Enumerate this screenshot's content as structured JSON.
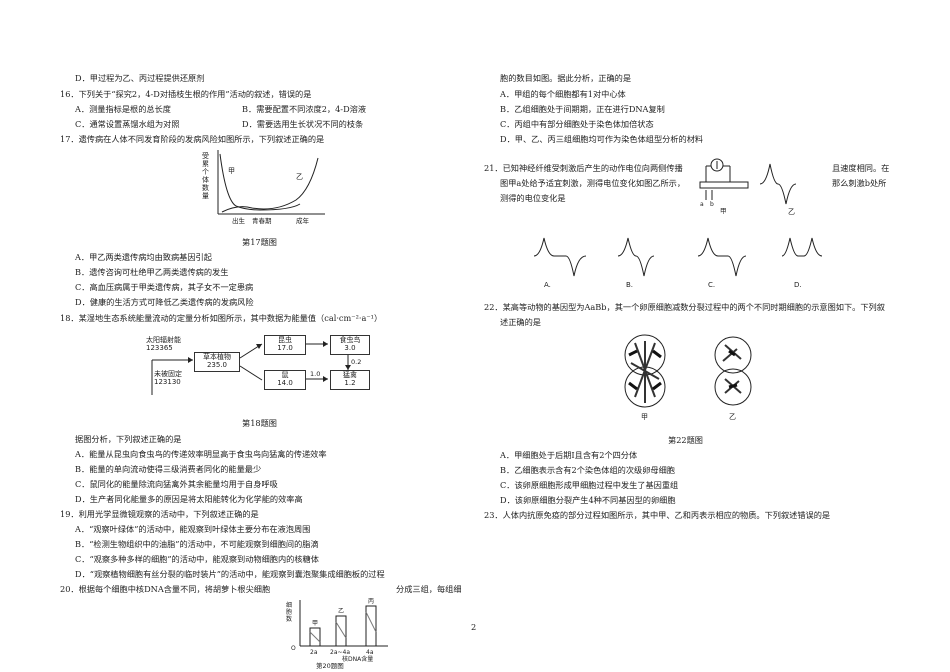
{
  "left": {
    "q15_d": "D．甲过程为乙、丙过程提供还原剂",
    "q16": {
      "stem": "16．下列关于“探究2，4-D对插枝生根的作用”活动的叙述，错误的是",
      "a": "A．测量指标是根的总长度",
      "b": "B．需要配置不同浓度2，4-D溶液",
      "c": "C．通常设置蒸馏水组为对照",
      "d": "D．需要选用生长状况不同的枝条"
    },
    "q17": {
      "stem": "17．遗传病在人体不同发育阶段的发病风险如图所示，下列叙述正确的是",
      "fig_ylabel": [
        "受",
        "累",
        "个",
        "体",
        "数",
        "量"
      ],
      "fig_jia": "甲",
      "fig_yi": "乙",
      "fig_x1": "出生",
      "fig_x2": "青春期",
      "fig_x3": "成年",
      "caption": "第17题图",
      "a": "A．甲乙两类遗传病均由致病基因引起",
      "b": "B．遗传咨询可杜绝甲乙两类遗传病的发生",
      "c": "C．高血压病属于甲类遗传病，其子女不一定患病",
      "d": "D．健康的生活方式可降低乙类遗传病的发病风险"
    },
    "q18": {
      "stem": "18．某湿地生态系统能量流动的定量分析如图所示，其中数据为能量值（cal·cm⁻²·a⁻¹）",
      "sun": "太阳辐射能",
      "sun_v": "123365",
      "unfixed": "未被固定",
      "unfixed_v": "123130",
      "plant": "草本植物",
      "plant_v": "235.0",
      "insect": "昆虫",
      "insect_v": "17.0",
      "bird": "食虫鸟",
      "bird_v": "3.0",
      "mouse": "鼠",
      "mouse_v": "14.0",
      "hawk": "猛禽",
      "hawk_v": "1.2",
      "arrow1": "0.2",
      "arrow2": "1.0",
      "caption": "第18题图",
      "stem2": "据图分析，下列叙述正确的是",
      "a": "A．能量从昆虫向食虫鸟的传递效率明显高于食虫鸟向猛禽的传递效率",
      "b": "B．能量的单向流动使得三级消费者同化的能量最少",
      "c": "C．鼠同化的能量除流向猛禽外其余能量均用于自身呼吸",
      "d": "D．生产者同化能量多的原因是将太阳能转化为化学能的效率高"
    },
    "q19": {
      "stem": "19．利用光学显微镜观察的活动中，下列叙述正确的是",
      "a": "A．“观察叶绿体”的活动中，能观察到叶绿体主要分布在液泡周围",
      "b": "B．“检测生物组织中的油脂”的活动中，不可能观察到细胞间的脂滴",
      "c": "C．“观察多种多样的细胞”的活动中，能观察到动物细胞内的核糖体",
      "d": "D．“观察植物细胞有丝分裂的临时装片”的活动中，能观察到囊泡聚集成细胞板的过程"
    },
    "q20": {
      "stem": "20．根据每个细胞中核DNA含量不同，将胡萝卜根尖细胞",
      "stem_tail": "分成三组，每组细",
      "ylabel": [
        "细",
        "胞",
        "数"
      ],
      "jia": "甲",
      "yi": "乙",
      "bing": "丙",
      "origin": "O",
      "x1": "2a",
      "x2": "2a~4a",
      "x3": "4a",
      "xlabel": "核DNA含量",
      "caption": "第20题图",
      "values": [
        1,
        3,
        4
      ]
    }
  },
  "page_number": "2",
  "right": {
    "q20_cont": "胞的数目如图。据此分析，正确的是",
    "q20_opts": {
      "a": "A．甲组的每个细胞都有1对中心体",
      "b": "B．乙组细胞处于间期期，正在进行DNA复制",
      "c": "C．丙组中有部分细胞处于染色体加倍状态",
      "d": "D．甲、乙、丙三组细胞均可作为染色体组型分析的材料"
    },
    "q21": {
      "l1": "21．已知神经纤维受刺激后产生的动作电位向两侧传播",
      "l1_tail": "且速度相同。在",
      "l2": "图甲a处给予适宜刺激，测得电位变化如图乙所示，",
      "l2_tail": "那么刺激b处所",
      "l3": "测得的电位变化是",
      "fig_a": "a",
      "fig_b": "b",
      "fig_jia": "甲",
      "fig_yi": "乙",
      "opts": [
        "A.",
        "B.",
        "C.",
        "D."
      ]
    },
    "q22": {
      "stem": "22．某高等动物的基因型为AaBb，其一个卵原细胞减数分裂过程中的两个不同时期细胞的示意图如下。下列叙",
      "stem2": "述正确的是",
      "jia": "甲",
      "yi": "乙",
      "caption": "第22题图",
      "a": "A．甲细胞处于后期I且含有2个四分体",
      "b": "B．乙细胞表示含有2个染色体组的次级卵母细胞",
      "c": "C．该卵原细胞形成甲细胞过程中发生了基因重组",
      "d": "D．该卵原细胞分裂产生4种不同基因型的卵细胞"
    },
    "q23": {
      "stem": "23．人体内抗原免疫的部分过程如图所示，其中甲、乙和丙表示相应的物质。下列叙述错误的是"
    }
  }
}
